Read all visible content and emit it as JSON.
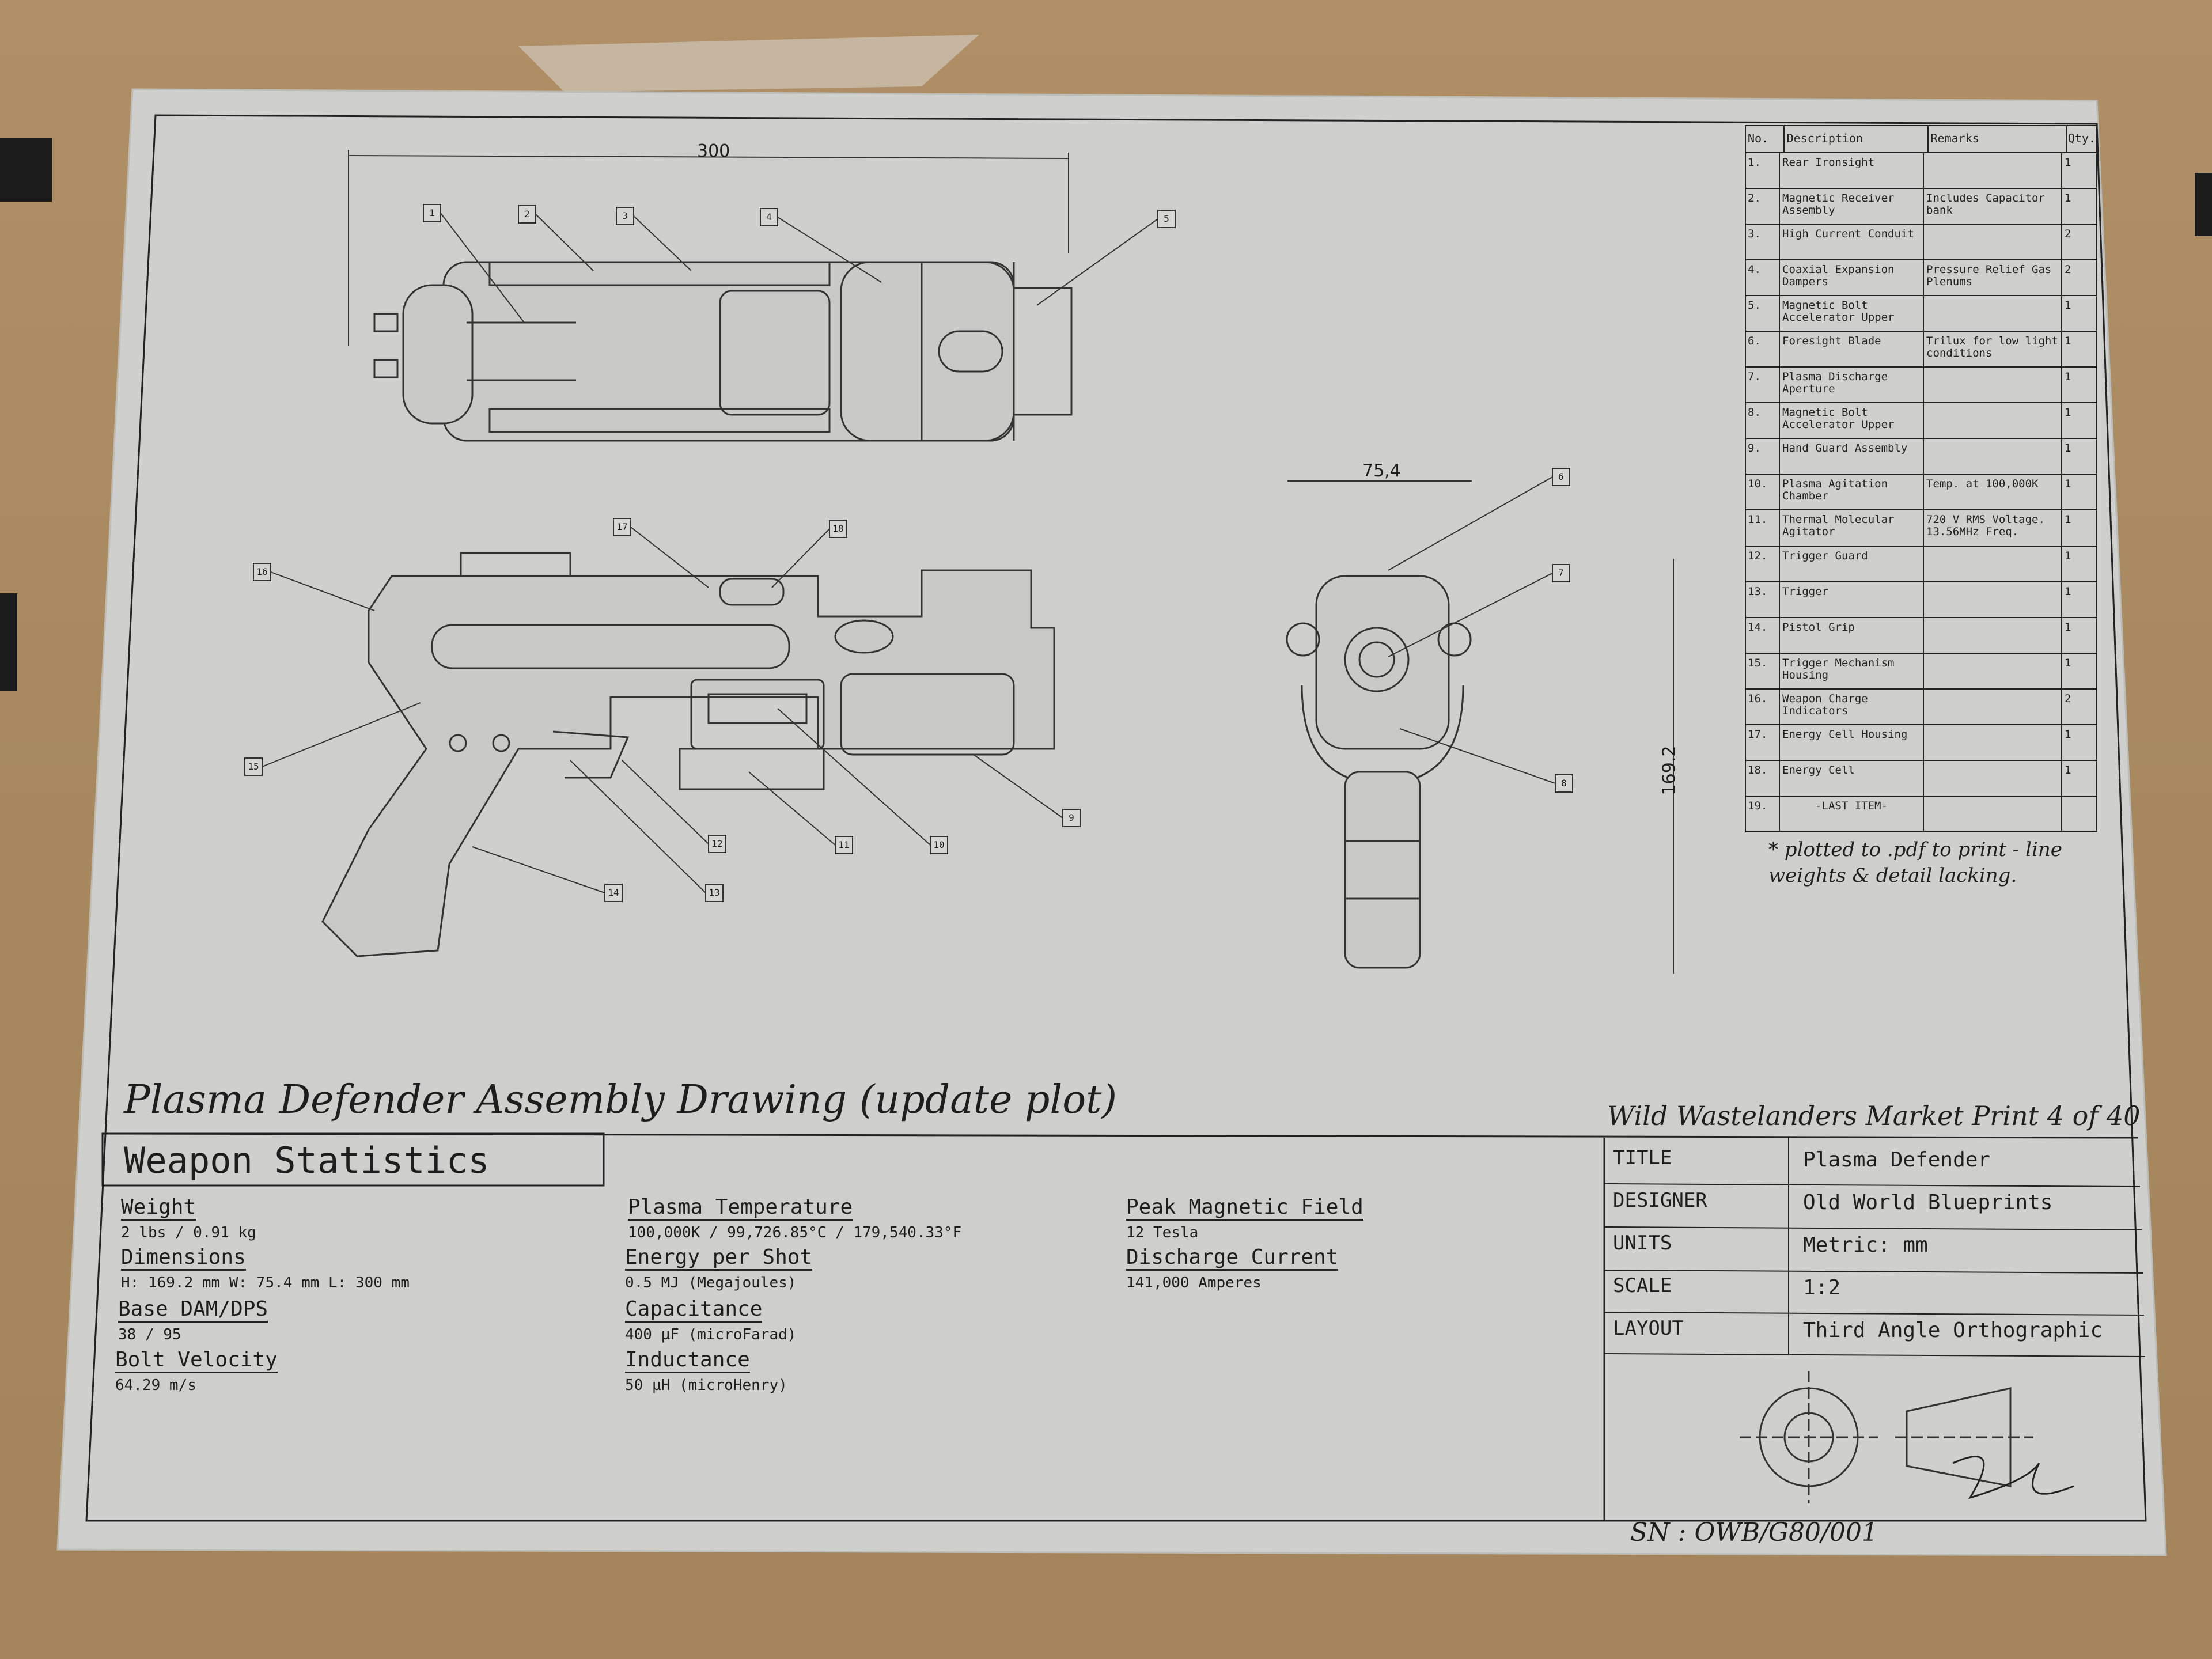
{
  "overview": {
    "dim_length": "300",
    "dim_width": "75,4",
    "dim_height": "169.2"
  },
  "callouts": [
    "1",
    "2",
    "3",
    "4",
    "5",
    "6",
    "7",
    "8",
    "9",
    "10",
    "11",
    "12",
    "13",
    "14",
    "15",
    "16",
    "17",
    "18"
  ],
  "parts_table": {
    "headers": [
      "No.",
      "Description",
      "Remarks",
      "Qty."
    ],
    "rows": [
      {
        "no": "1.",
        "desc": "Rear Ironsight",
        "remarks": "",
        "qty": "1"
      },
      {
        "no": "2.",
        "desc": "Magnetic Receiver Assembly",
        "remarks": "Includes Capacitor bank",
        "qty": "1"
      },
      {
        "no": "3.",
        "desc": "High Current Conduit",
        "remarks": "",
        "qty": "2"
      },
      {
        "no": "4.",
        "desc": "Coaxial Expansion Dampers",
        "remarks": "Pressure Relief Gas Plenums",
        "qty": "2"
      },
      {
        "no": "5.",
        "desc": "Magnetic Bolt Accelerator Upper",
        "remarks": "",
        "qty": "1"
      },
      {
        "no": "6.",
        "desc": "Foresight Blade",
        "remarks": "Trilux for low light conditions",
        "qty": "1"
      },
      {
        "no": "7.",
        "desc": "Plasma Discharge Aperture",
        "remarks": "",
        "qty": "1"
      },
      {
        "no": "8.",
        "desc": "Magnetic Bolt Accelerator Upper",
        "remarks": "",
        "qty": "1"
      },
      {
        "no": "9.",
        "desc": "Hand Guard Assembly",
        "remarks": "",
        "qty": "1"
      },
      {
        "no": "10.",
        "desc": "Plasma Agitation Chamber",
        "remarks": "Temp. at 100,000K",
        "qty": "1"
      },
      {
        "no": "11.",
        "desc": "Thermal Molecular Agitator",
        "remarks": "720 V RMS Voltage. 13.56MHz Freq.",
        "qty": "1"
      },
      {
        "no": "12.",
        "desc": "Trigger Guard",
        "remarks": "",
        "qty": "1"
      },
      {
        "no": "13.",
        "desc": "Trigger",
        "remarks": "",
        "qty": "1"
      },
      {
        "no": "14.",
        "desc": "Pistol Grip",
        "remarks": "",
        "qty": "1"
      },
      {
        "no": "15.",
        "desc": "Trigger Mechanism Housing",
        "remarks": "",
        "qty": "1"
      },
      {
        "no": "16.",
        "desc": "Weapon Charge Indicators",
        "remarks": "",
        "qty": "2"
      },
      {
        "no": "17.",
        "desc": "Energy Cell Housing",
        "remarks": "",
        "qty": "1"
      },
      {
        "no": "18.",
        "desc": "Energy Cell",
        "remarks": "",
        "qty": "1"
      },
      {
        "no": "19.",
        "desc": "-LAST ITEM-",
        "remarks": "",
        "qty": ""
      }
    ]
  },
  "handnote": {
    "line1": "* plotted to .pdf to print - line",
    "line2": "weights & detail lacking."
  },
  "drawing_title": "Plasma Defender Assembly Drawing (update plot)",
  "print_note": "Wild Wastelanders Market Print 4 of 40",
  "stats": {
    "heading": "Weapon Statistics",
    "items": [
      {
        "label": "Weight",
        "value": "2 lbs / 0.91 kg"
      },
      {
        "label": "Dimensions",
        "value": "H: 169.2 mm W: 75.4 mm L: 300 mm"
      },
      {
        "label": "Base DAM/DPS",
        "value": "38 / 95"
      },
      {
        "label": "Bolt Velocity",
        "value": "64.29 m/s"
      },
      {
        "label": "Plasma Temperature",
        "value": "100,000K / 99,726.85°C / 179,540.33°F"
      },
      {
        "label": "Energy per Shot",
        "value": "0.5 MJ (Megajoules)"
      },
      {
        "label": "Capacitance",
        "value": "400 µF (microFarad)"
      },
      {
        "label": "Inductance",
        "value": "50 µH (microHenry)"
      },
      {
        "label": "Peak Magnetic Field",
        "value": "12 Tesla"
      },
      {
        "label": "Discharge Current",
        "value": "141,000 Amperes"
      }
    ]
  },
  "title_block": {
    "rows": [
      {
        "key": "TITLE",
        "value": "Plasma Defender"
      },
      {
        "key": "DESIGNER",
        "value": "Old World Blueprints"
      },
      {
        "key": "UNITS",
        "value": "Metric: mm"
      },
      {
        "key": "SCALE",
        "value": "1:2"
      },
      {
        "key": "LAYOUT",
        "value": "Third Angle Orthographic"
      }
    ]
  },
  "serial": "SN : OWB/G80/001"
}
